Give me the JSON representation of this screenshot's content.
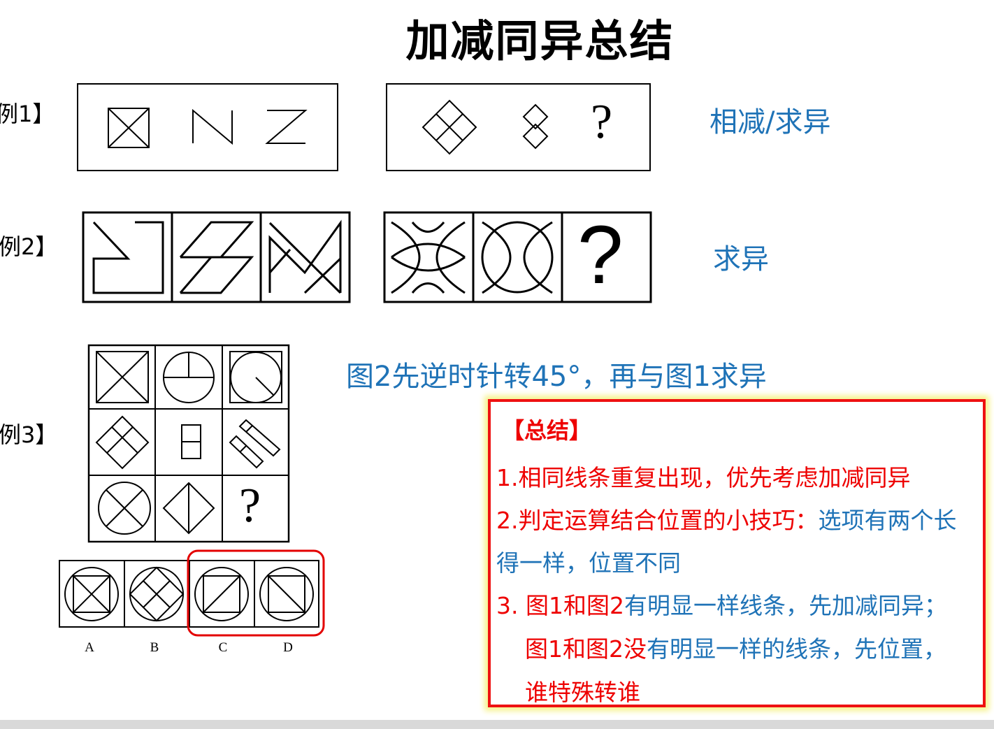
{
  "title": "加减同异总结",
  "examples": [
    {
      "label": "例1】",
      "note": "相减/求异"
    },
    {
      "label": "例2】",
      "note": "求异"
    },
    {
      "label": "例3】",
      "note": "图2先逆时针转45°，再与图1求异"
    }
  ],
  "question_mark": "?",
  "options": [
    "A",
    "B",
    "C",
    "D"
  ],
  "summary": {
    "heading": "【总结】",
    "line1": "1.相同线条重复出现，优先考虑加减同异",
    "line2_red": "2.判定运算结合位置的小技巧：",
    "line2_blue": "选项有两个长",
    "line3_blue": "得一样，位置不同",
    "line4_red_a": "3. 图1和图2",
    "line4_blue": "有明显一样线条，先加减同异；",
    "line5_red": "图1和图2没",
    "line5_blue": "有明显一样的线条，先位置，",
    "line6_red": "谁特殊转谁"
  },
  "colors": {
    "accent_blue": "#1f73b7",
    "summary_red": "#ee0000",
    "highlight": "#f6f28a"
  }
}
